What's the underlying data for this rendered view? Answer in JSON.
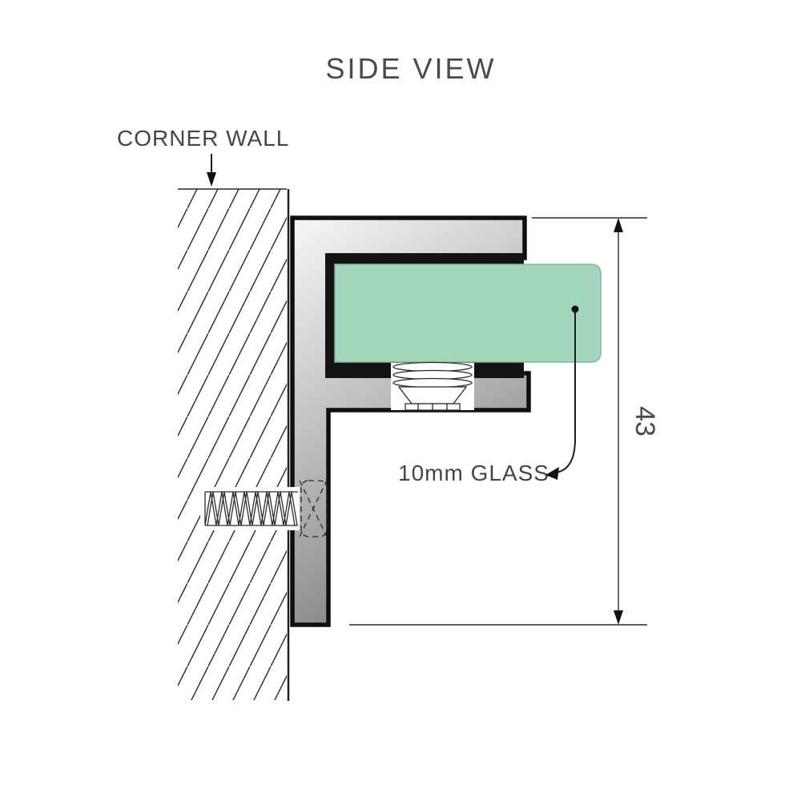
{
  "title": "SIDE VIEW",
  "labels": {
    "corner_wall": "CORNER WALL",
    "glass": "10mm GLASS",
    "dimension": "43"
  },
  "colors": {
    "glass_fill": "#a3d5bc",
    "glass_edge": "#7fb9a0",
    "metal_light": "#f5f5f5",
    "metal_dark": "#6a6a6a",
    "channel_black": "#141414",
    "line": "#1c1c1c",
    "text": "#4a4a4a"
  }
}
